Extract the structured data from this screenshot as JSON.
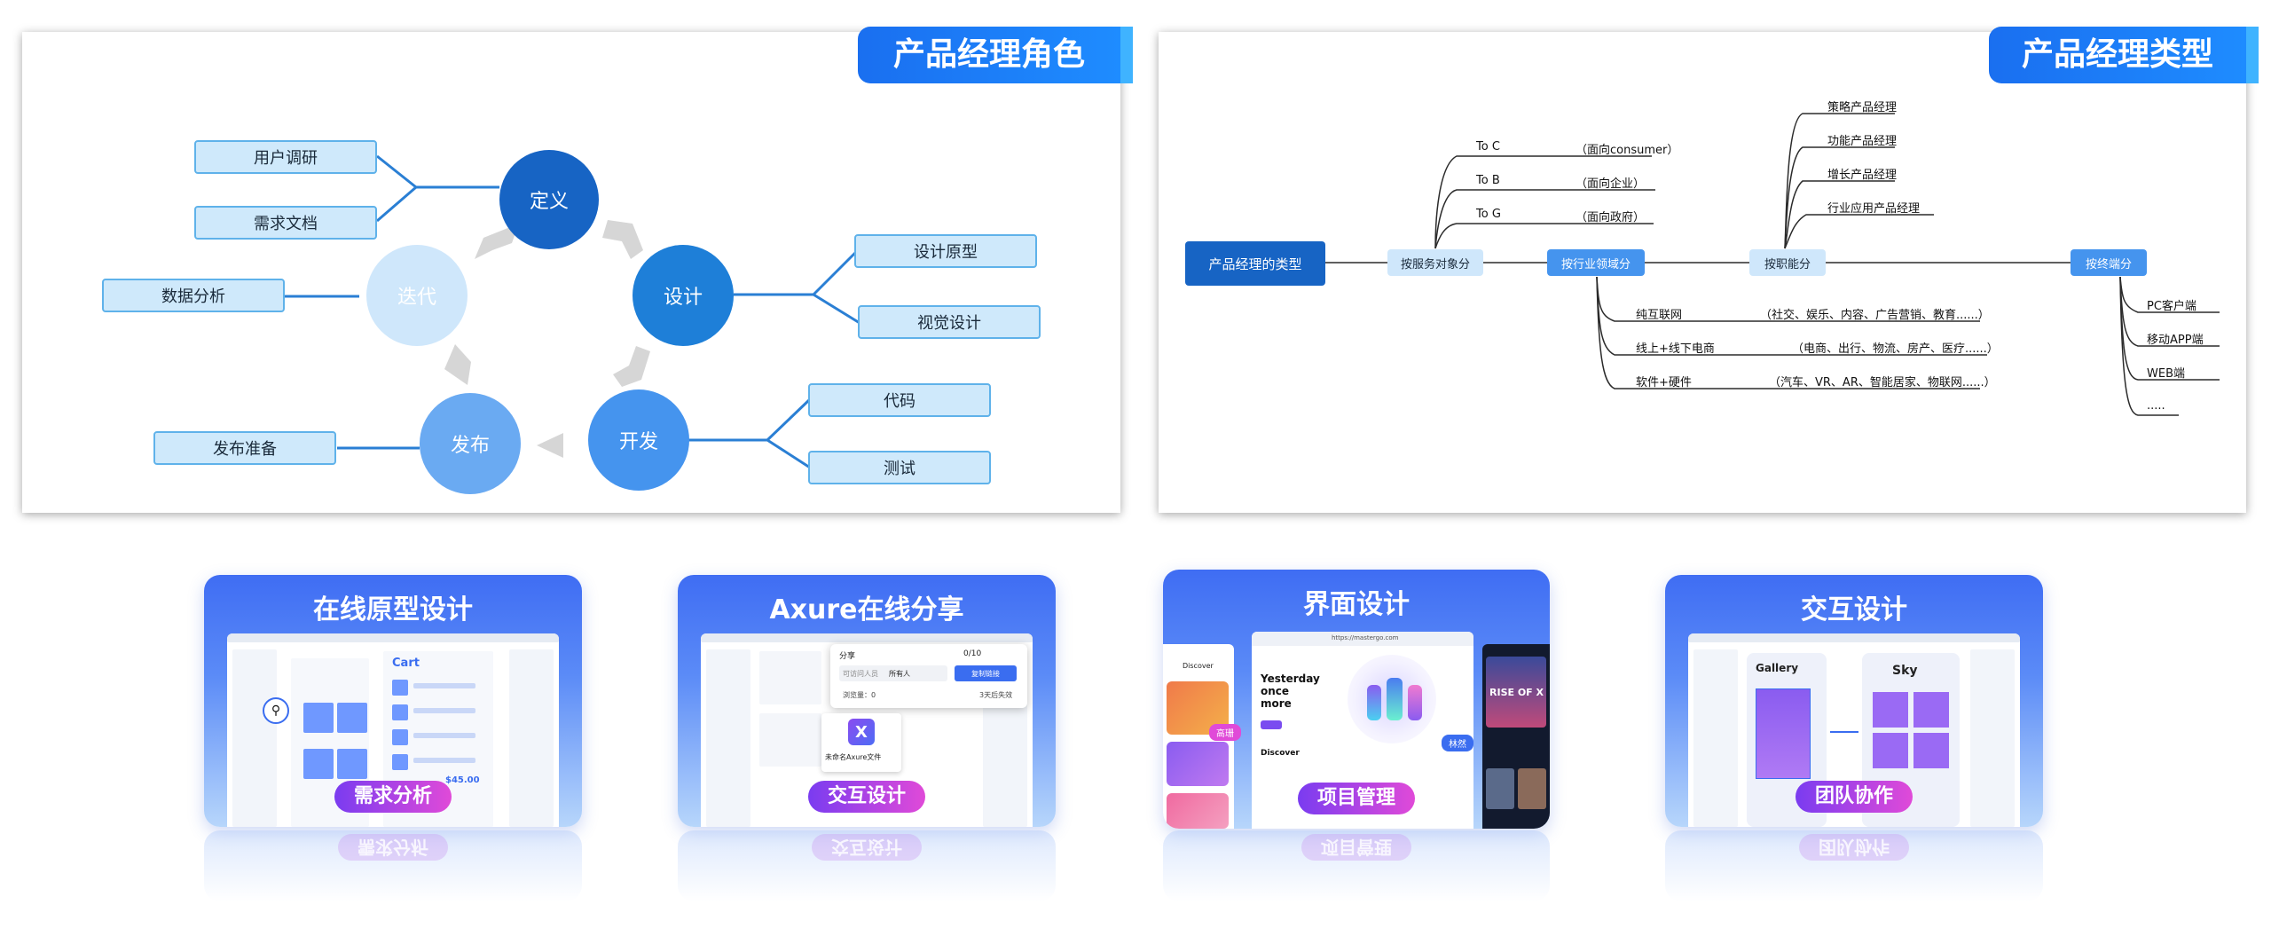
{
  "panel_roles": {
    "title": "产品经理角色",
    "circles": {
      "define": "定义",
      "design": "设计",
      "develop": "开发",
      "release": "发布",
      "iterate": "迭代"
    },
    "boxes": {
      "user_research": "用户调研",
      "requirement_doc": "需求文档",
      "data_analysis": "数据分析",
      "design_prototype": "设计原型",
      "visual_design": "视觉设计",
      "code": "代码",
      "test": "测试",
      "release_prep": "发布准备"
    },
    "colors": {
      "dark": "#1764c4",
      "mid": "#1e7fd8",
      "light": "#4f9cf0",
      "pale": "#cfe7fb"
    }
  },
  "panel_types": {
    "title": "产品经理类型",
    "root": "产品经理的类型",
    "by_user": "按服务对象分",
    "by_industry": "按行业领域分",
    "by_function": "按职能分",
    "by_device": "按终端分",
    "user_items": [
      {
        "name": "To C",
        "desc": "（面向consumer）"
      },
      {
        "name": "To B",
        "desc": "（面向企业）"
      },
      {
        "name": "To G",
        "desc": "（面向政府）"
      }
    ],
    "function_items": [
      "策略产品经理",
      "功能产品经理",
      "增长产品经理",
      "行业应用产品经理"
    ],
    "industry_items": [
      {
        "name": "纯互联网",
        "desc": "（社交、娱乐、内容、广告营销、教育......）"
      },
      {
        "name": "线上+线下电商",
        "desc": "（电商、出行、物流、房产、医疗......）"
      },
      {
        "name": "软件+硬件",
        "desc": "（汽车、VR、AR、智能居家、物联网......）"
      }
    ],
    "device_items": [
      "PC客户端",
      "移动APP端",
      "WEB端",
      "....."
    ]
  },
  "cards": [
    {
      "title": "在线原型设计",
      "pill": "需求分析",
      "screen_texts": {
        "cart": "Cart",
        "price": "$45.00"
      }
    },
    {
      "title": "Axure在线分享",
      "pill": "交互设计",
      "screen_texts": {
        "share": "分享",
        "counter": "0/10",
        "invite": "可访问人员",
        "everyone": "所有人",
        "copy_link": "复制链接",
        "views": "浏览量：0",
        "expire": "3天后失效",
        "file": "未命名Axure文件"
      }
    },
    {
      "title": "界面设计",
      "pill": "项目管理",
      "screen_texts": {
        "url": "https://mastergo.com",
        "headline": "Yesterday once more",
        "discover": "Discover",
        "game": "RISE OF X",
        "tag_a": "高珊",
        "tag_b": "林然"
      }
    },
    {
      "title": "交互设计",
      "pill": "团队协作",
      "screen_texts": {
        "gallery": "Gallery",
        "sky": "Sky"
      }
    }
  ]
}
